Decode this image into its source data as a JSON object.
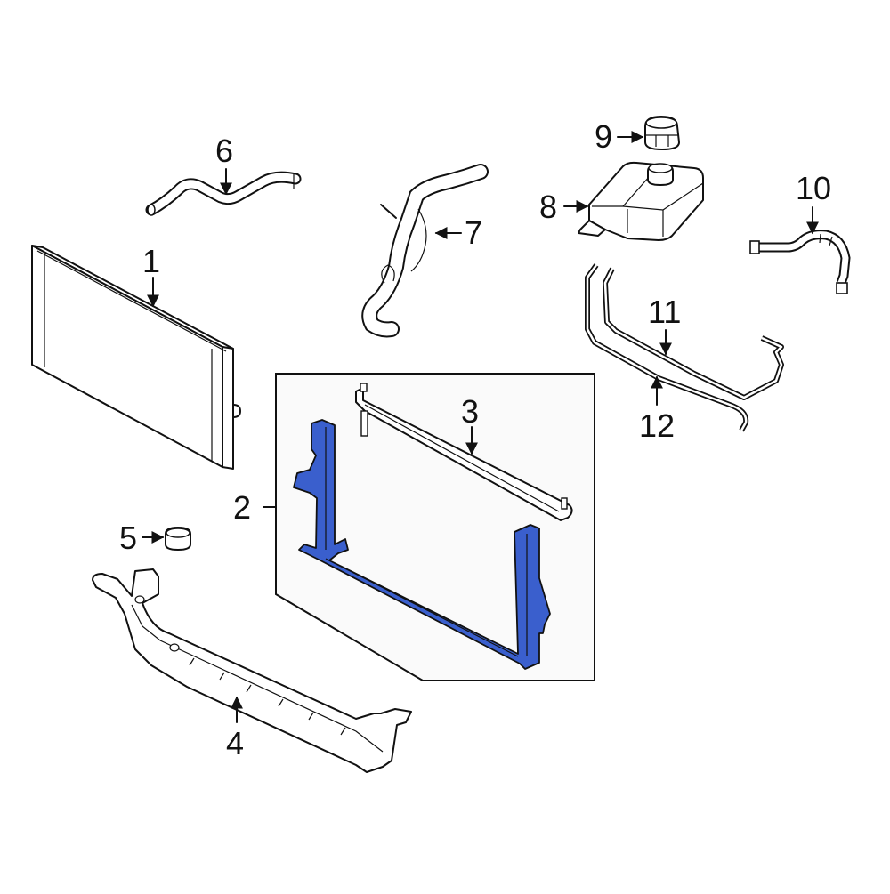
{
  "diagram": {
    "title": "Radiator & Components",
    "colors": {
      "highlight": "#3a5fcd",
      "line": "#111111",
      "box_fill": "#fafafa",
      "background": "#ffffff"
    },
    "callouts": [
      {
        "number": "1",
        "part": "radiator"
      },
      {
        "number": "2",
        "part": "radiator-support-assembly"
      },
      {
        "number": "3",
        "part": "upper-support-bar"
      },
      {
        "number": "4",
        "part": "lower-support"
      },
      {
        "number": "5",
        "part": "mount-bushing"
      },
      {
        "number": "6",
        "part": "upper-hose"
      },
      {
        "number": "7",
        "part": "lower-hose"
      },
      {
        "number": "8",
        "part": "reservoir"
      },
      {
        "number": "9",
        "part": "reservoir-cap"
      },
      {
        "number": "10",
        "part": "overflow-hose"
      },
      {
        "number": "11",
        "part": "hose-upper"
      },
      {
        "number": "12",
        "part": "hose-lower"
      }
    ]
  }
}
